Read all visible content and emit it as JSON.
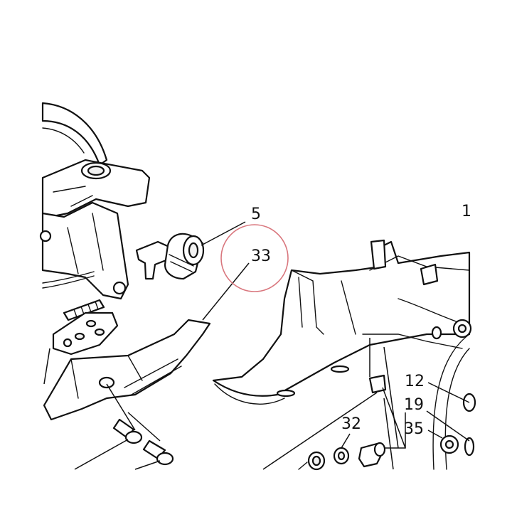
{
  "diagram": {
    "callouts": [
      {
        "id": "c1",
        "label": "1"
      },
      {
        "id": "c5",
        "label": "5"
      },
      {
        "id": "c33",
        "label": "33"
      },
      {
        "id": "c12",
        "label": "12"
      },
      {
        "id": "c19",
        "label": "19"
      },
      {
        "id": "c35",
        "label": "35"
      },
      {
        "id": "c32",
        "label": "32"
      }
    ],
    "highlight_color": "#d9777e",
    "line_color": "#111111"
  }
}
